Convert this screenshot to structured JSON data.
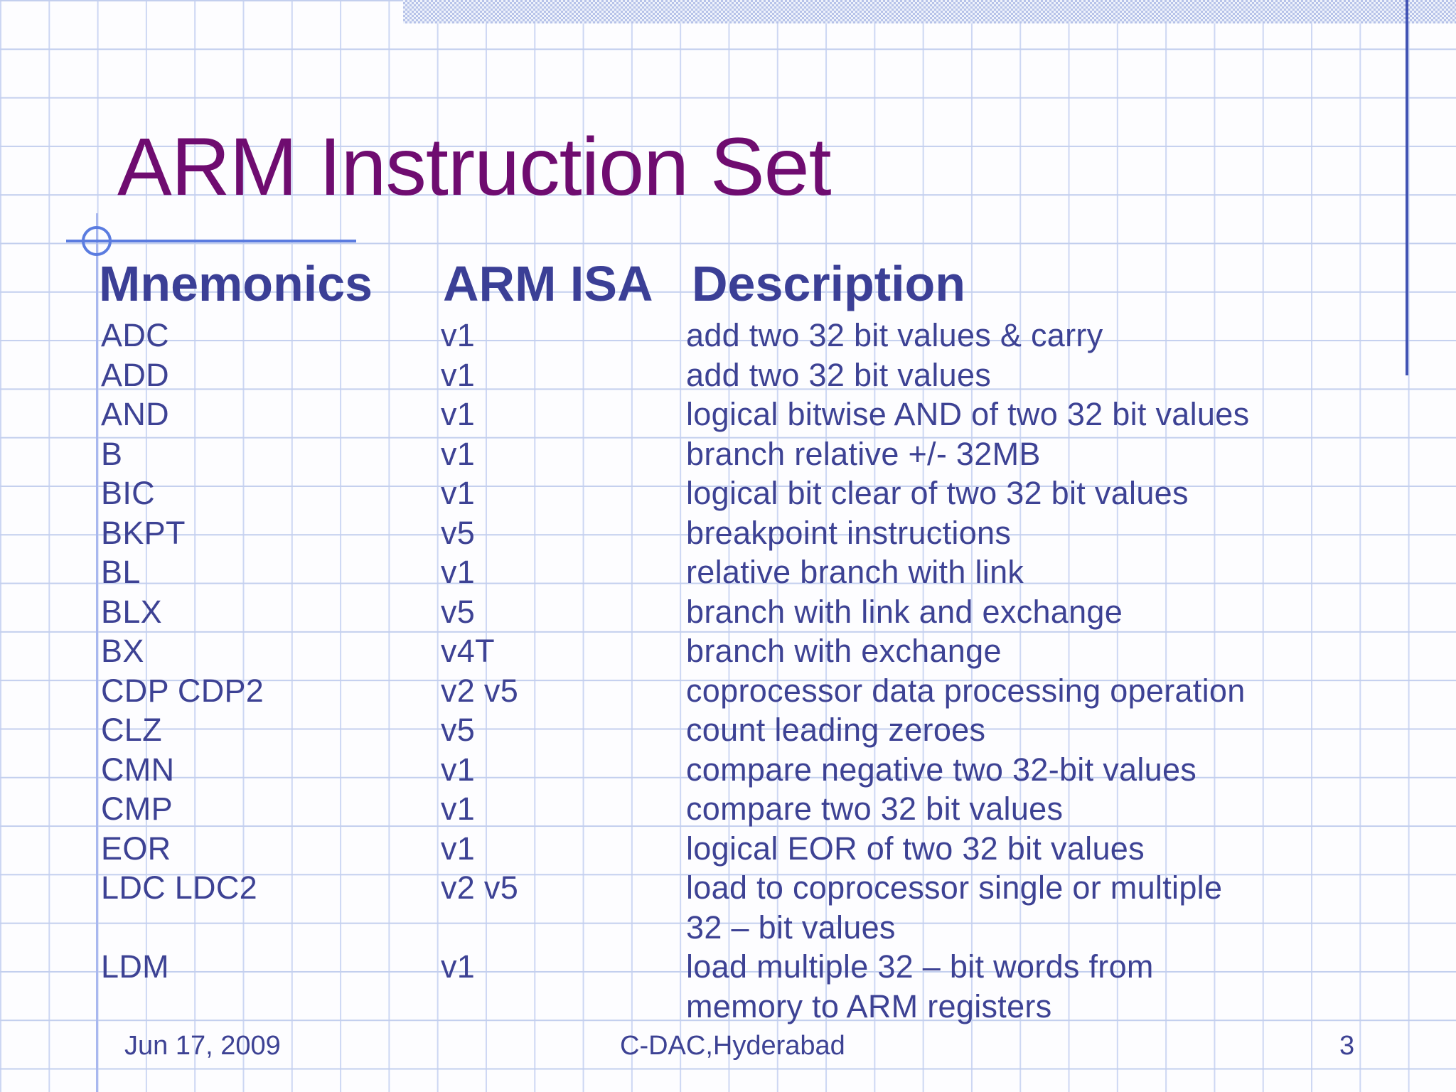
{
  "slide": {
    "title": "ARM Instruction Set",
    "footer": {
      "date": "Jun 17, 2009",
      "center": "C-DAC,Hyderabad",
      "page_number": "3"
    }
  },
  "table": {
    "headers": {
      "mnemonics": "Mnemonics",
      "isa": "ARM ISA",
      "description": "Description"
    },
    "lines": [
      {
        "m": "ADC",
        "isa": "v1",
        "d": "add two 32 bit values & carry"
      },
      {
        "m": "ADD",
        "isa": "v1",
        "d": "add two 32 bit values"
      },
      {
        "m": "AND",
        "isa": "v1",
        "d": "logical bitwise AND of two 32 bit values"
      },
      {
        "m": "B",
        "isa": "v1",
        "d": "branch relative +/- 32MB"
      },
      {
        "m": "BIC",
        "isa": "v1",
        "d": "logical bit clear of two 32 bit values"
      },
      {
        "m": "BKPT",
        "isa": "v5",
        "d": "breakpoint instructions"
      },
      {
        "m": "BL",
        "isa": "v1",
        "d": "relative branch with link"
      },
      {
        "m": "BLX",
        "isa": "v5",
        "d": "branch with link and exchange"
      },
      {
        "m": "BX",
        "isa": "v4T",
        "d": "branch with exchange"
      },
      {
        "m": "CDP CDP2",
        "isa": "v2 v5",
        "d": "coprocessor data processing operation"
      },
      {
        "m": "CLZ",
        "isa": "v5",
        "d": "count leading zeroes"
      },
      {
        "m": "CMN",
        "isa": "v1",
        "d": "compare negative two 32-bit values"
      },
      {
        "m": "CMP",
        "isa": "v1",
        "d": "compare two 32 bit values"
      },
      {
        "m": "EOR",
        "isa": "v1",
        "d": "logical EOR of two 32 bit values"
      },
      {
        "m": "LDC LDC2",
        "isa": "v2 v5",
        "d": "load to coprocessor single or multiple"
      },
      {
        "m": "",
        "isa": "",
        "d": "32 – bit values"
      },
      {
        "m": "LDM",
        "isa": "v1",
        "d": "load multiple 32 – bit words from"
      },
      {
        "m": "",
        "isa": "",
        "d": "memory to ARM registers"
      }
    ]
  },
  "colors": {
    "title_text": "#6f0c70",
    "body_text": "#3d4294",
    "header_text": "#3b3f96",
    "grid_line": "#c9d4f0",
    "accent_line": "#5b7ce0",
    "right_rule": "#4254b4",
    "checker_dot": "#b7c3e9",
    "background": "#fdfdff"
  }
}
